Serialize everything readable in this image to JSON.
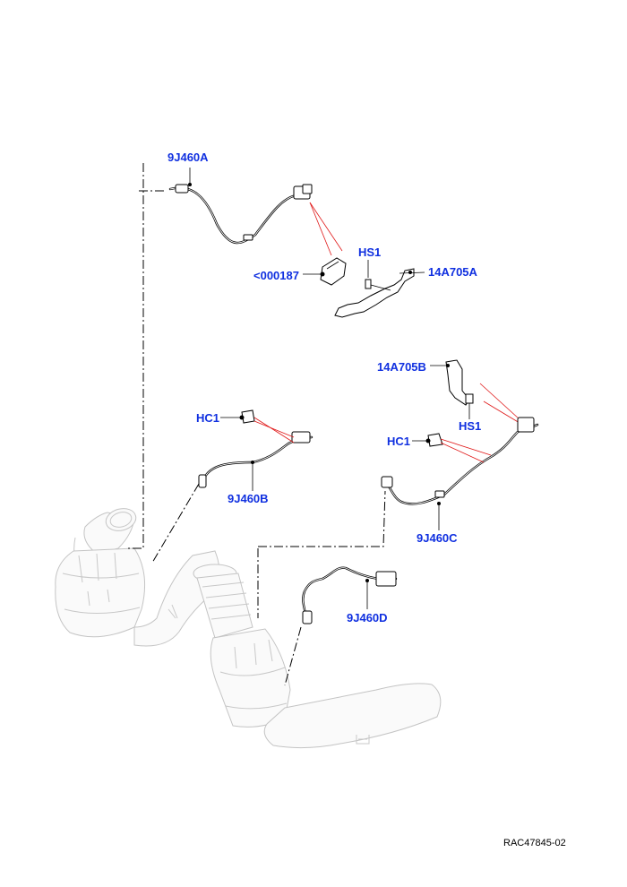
{
  "callouts": {
    "sensor_a": "9J460A",
    "sensor_b": "9J460B",
    "sensor_c": "9J460C",
    "sensor_d": "9J460D",
    "bracket_a": "14A705A",
    "bracket_b": "14A705B",
    "clip_ref": "<000187",
    "hs1_top": "HS1",
    "hs1_bottom": "HS1",
    "hc1_left": "HC1",
    "hc1_right": "HC1"
  },
  "reference_code": "RAC47845-02",
  "colors": {
    "callout": "#1030e0",
    "leader_red": "#e01818",
    "ghost_outline": "#c8c8c8"
  }
}
